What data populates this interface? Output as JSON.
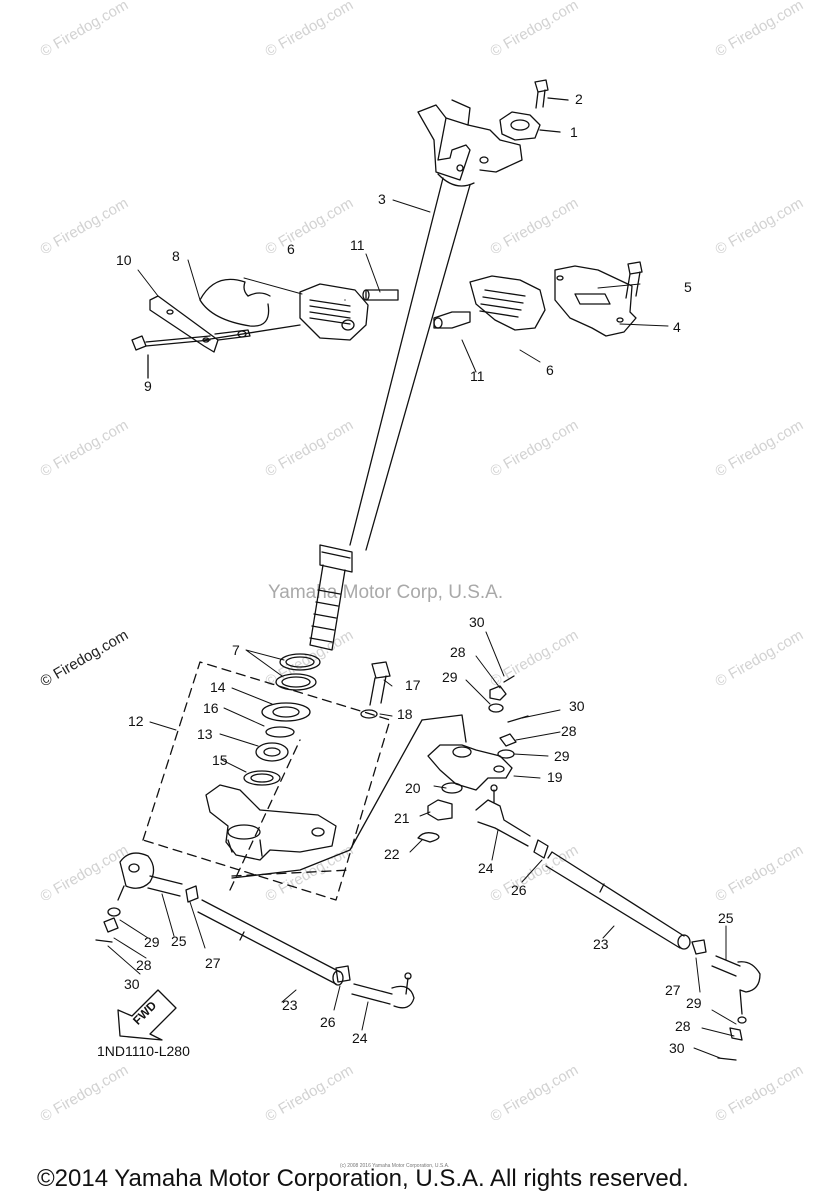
{
  "watermarks": {
    "firedog": "© Firedog.com",
    "center": "Yamaha Motor Corp, U.S.A."
  },
  "callouts": {
    "c1": "1",
    "c2": "2",
    "c3": "3",
    "c4": "4",
    "c5": "5",
    "c6a": "6",
    "c6b": "6",
    "c7": "7",
    "c8": "8",
    "c9": "9",
    "c10": "10",
    "c11a": "11",
    "c11b": "11",
    "c12": "12",
    "c13": "13",
    "c14": "14",
    "c15": "15",
    "c16": "16",
    "c17": "17",
    "c18": "18",
    "c19": "19",
    "c20": "20",
    "c21": "21",
    "c22": "22",
    "c23a": "23",
    "c23b": "23",
    "c24a": "24",
    "c24b": "24",
    "c25a": "25",
    "c25b": "25",
    "c26a": "26",
    "c26b": "26",
    "c27a": "27",
    "c27b": "27",
    "c28a": "28",
    "c28b": "28",
    "c28c": "28",
    "c28d": "28",
    "c29a": "29",
    "c29b": "29",
    "c29c": "29",
    "c29d": "29",
    "c30a": "30",
    "c30b": "30",
    "c30c": "30",
    "c30d": "30"
  },
  "fwd_label": "FWD",
  "diagram_code": "1ND1110-L280",
  "copyright_small": "(c) 2008 2016 Yamaha Motor Corporation, U.S.A.",
  "copyright": "©2014 Yamaha Motor Corporation, U.S.A. All rights reserved.",
  "colors": {
    "line": "#111111",
    "watermark": "#d2d2d2",
    "background": "#ffffff"
  }
}
